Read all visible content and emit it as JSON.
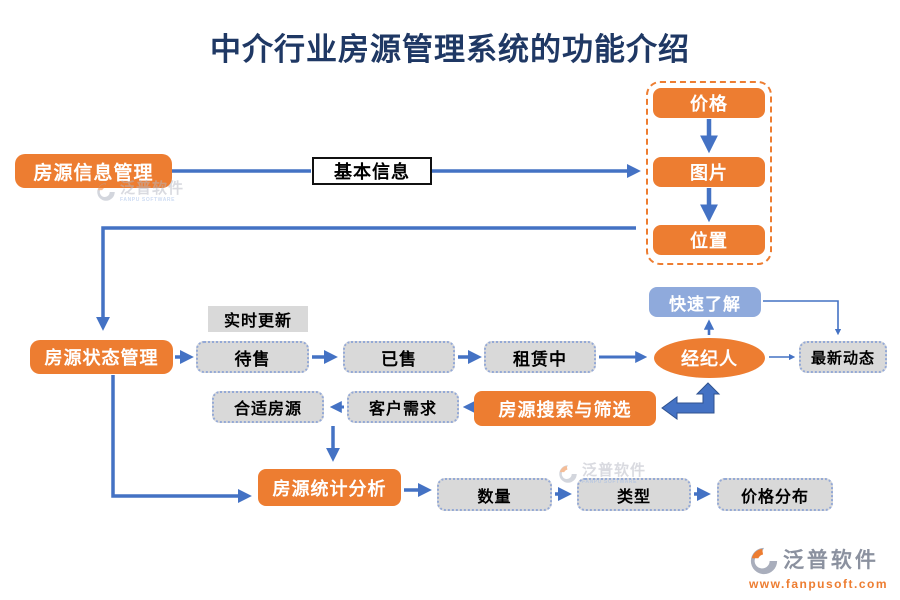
{
  "title": "中介行业房源管理系统的功能介绍",
  "colors": {
    "accent_orange": "#ED7D31",
    "connector_blue": "#4472C4",
    "title_navy": "#1F3864",
    "light_blue": "#8FAADC",
    "box_gray": "#D9D9D9"
  },
  "nodes": {
    "info_mgmt": "房源信息管理",
    "basic_info": "基本信息",
    "price": "价格",
    "picture": "图片",
    "location": "位置",
    "status_mgmt": "房源状态管理",
    "realtime_update": "实时更新",
    "for_sale": "待售",
    "sold": "已售",
    "renting": "租赁中",
    "agent": "经纪人",
    "latest_news": "最新动态",
    "quick_learn": "快速了解",
    "suitable_housing": "合适房源",
    "customer_demand": "客户需求",
    "search_filter": "房源搜索与筛选",
    "stats_analysis": "房源统计分析",
    "quantity": "数量",
    "type": "类型",
    "price_distribution": "价格分布"
  },
  "watermark": {
    "text": "泛普软件",
    "sub": "FANPU SOFTWARE"
  },
  "footer": {
    "brand": "泛普软件",
    "url": "www.fanpusoft.com"
  }
}
